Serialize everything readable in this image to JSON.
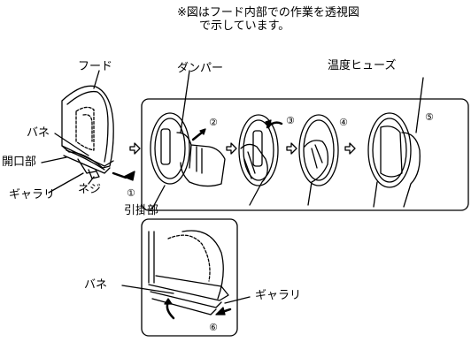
{
  "note": {
    "line1": "※図はフード内部での作業を透視図",
    "line2": "で示しています。"
  },
  "labels": {
    "hood": "フード",
    "damper": "ダンパー",
    "fuse": "温度ヒューズ",
    "spring_top": "バネ",
    "opening": "開口部",
    "gallery_left": "ギャラリ",
    "screw": "ネジ",
    "hook": "引掛部",
    "spring_bottom": "バネ",
    "gallery_bottom": "ギャラリ"
  },
  "steps": [
    "①",
    "②",
    "③",
    "④",
    "⑤",
    "⑥"
  ]
}
